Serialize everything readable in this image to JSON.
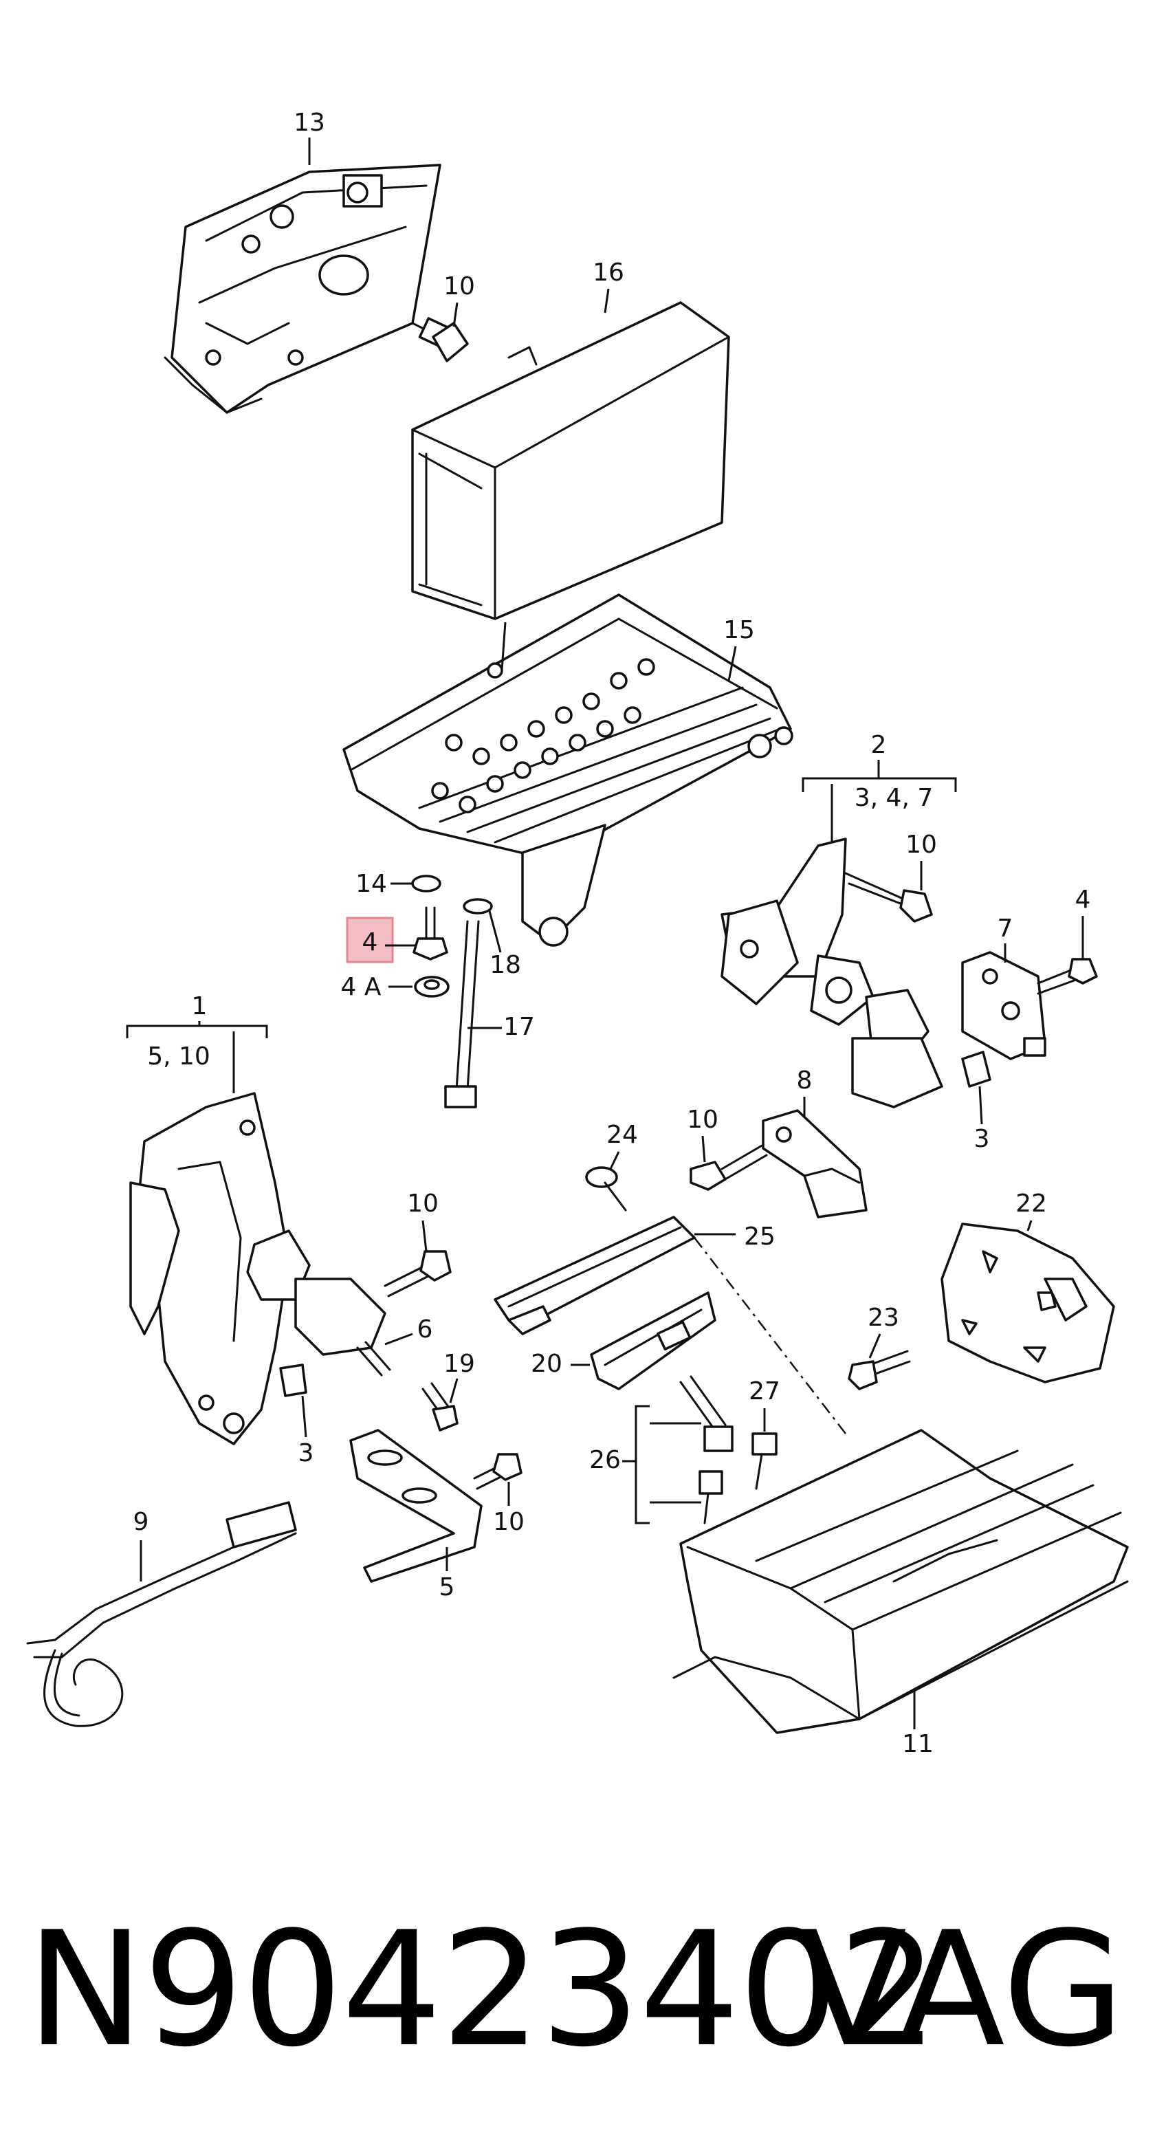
{
  "labels": {
    "l13": "13",
    "l10a": "10",
    "l16": "16",
    "l15": "15",
    "l2": "2",
    "l2sub": "3, 4, 7",
    "l10b": "10",
    "l4r": "4",
    "l7": "7",
    "l3r": "3",
    "l14": "14",
    "l4h": "4",
    "l4a": "4 A",
    "l18": "18",
    "l17": "17",
    "l1": "1",
    "l1sub": "5, 10",
    "l8": "8",
    "l10c": "10",
    "l24": "24",
    "l25": "25",
    "l22": "22",
    "l10d": "10",
    "l6": "6",
    "l19": "19",
    "l20": "20",
    "l23": "23",
    "l3l": "3",
    "l27": "27",
    "l26": "26",
    "l10e": "10",
    "l5": "5",
    "l9": "9",
    "l11": "11"
  },
  "highlight": {
    "label": "4",
    "color": "#f2b8bd",
    "border": "#e07a86"
  },
  "footer": {
    "part_number": "N90423402",
    "brand": "VAG"
  }
}
